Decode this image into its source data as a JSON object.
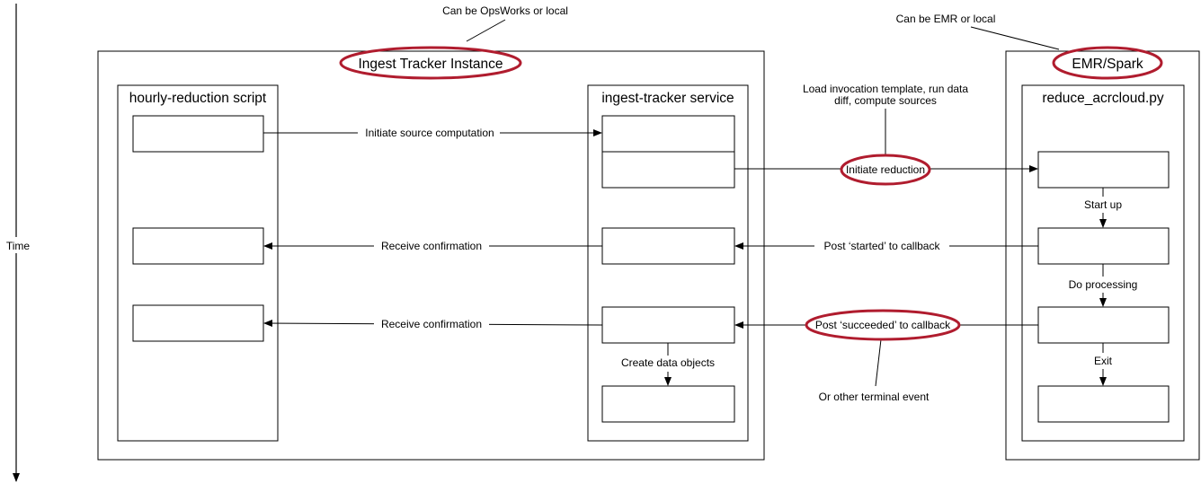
{
  "time_label": "Time",
  "ingest": {
    "title": "Ingest Tracker Instance",
    "note": "Can be OpsWorks or local",
    "script_title": "hourly-reduction script",
    "service_title": "ingest-tracker service"
  },
  "emr": {
    "title": "EMR/Spark",
    "note": "Can be EMR or local",
    "script_title": "reduce_acrcloud.py"
  },
  "arrows": {
    "initiate_source": "Initiate source computation",
    "receive_confirmation_1": "Receive confirmation",
    "receive_confirmation_2": "Receive confirmation",
    "create_data_objects": "Create data objects",
    "initiate_reduction": "Initiate reduction",
    "load_template_line1": "Load invocation template, run data",
    "load_template_line2": "diff, compute sources",
    "post_started": "Post ‘started’ to callback",
    "post_succeeded": "Post ‘succeeded’ to callback",
    "other_terminal": "Or other terminal event",
    "start_up": "Start up",
    "do_processing": "Do processing",
    "exit": "Exit"
  },
  "colors": {
    "highlight": "#b01c2e",
    "line": "#000000"
  }
}
